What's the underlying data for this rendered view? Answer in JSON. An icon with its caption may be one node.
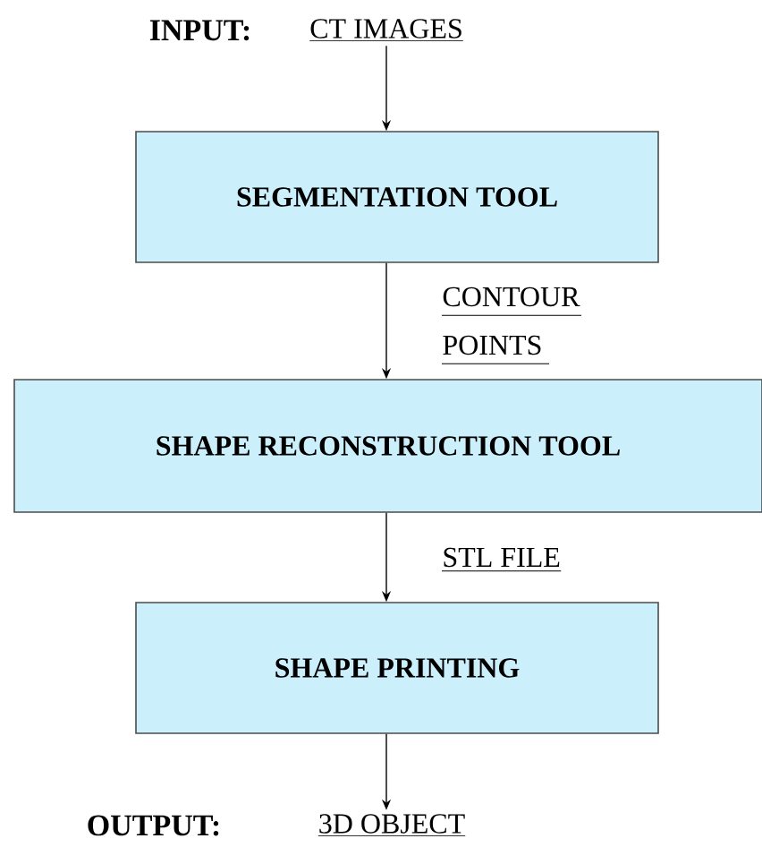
{
  "diagram": {
    "nodes": [
      {
        "text": [
          "CT IMAGES"
        ]
      },
      {
        "text": [
          "SEGMENTATION TOOL"
        ]
      },
      {
        "text": [
          "SHAPE RECONSTRUCTION TOOL"
        ]
      },
      {
        "text": [
          "SHAPE PRINTING"
        ]
      },
      {
        "text": [
          "3D OBJECT"
        ]
      }
    ],
    "edges": [
      {
        "from": 0,
        "to": 1,
        "arrow": "to"
      },
      {
        "from": 1,
        "to": 2,
        "arrow": "to",
        "label": "CONTOUR POINTS"
      },
      {
        "from": 2,
        "to": 3,
        "arrow": "to",
        "label": "STL FILE"
      },
      {
        "from": 3,
        "to": 4,
        "arrow": "to"
      }
    ],
    "labels": [
      "INPUT:",
      "OUTPUT:"
    ]
  }
}
